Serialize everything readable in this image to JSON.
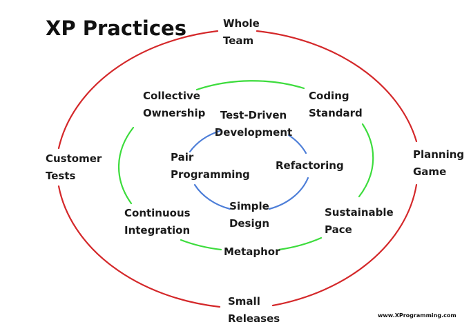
{
  "title": "XP Practices",
  "website": "www.XProgramming.com",
  "colors": {
    "outer_ring": "#d4282a",
    "middle_ring": "#3ddc3d",
    "inner_ring": "#4d7ed8",
    "text": "#1a1a1a"
  },
  "outer_practices": {
    "whole_team": [
      "Whole",
      "Team"
    ],
    "planning_game": [
      "Planning",
      "Game"
    ],
    "small_releases": [
      "Small",
      "Releases"
    ],
    "customer_tests": [
      "Customer",
      "Tests"
    ]
  },
  "middle_practices": {
    "collective_ownership": [
      "Collective",
      "Ownership"
    ],
    "coding_standard": [
      "Coding",
      "Standard"
    ],
    "sustainable_pace": [
      "Sustainable",
      "Pace"
    ],
    "metaphor": [
      "Metaphor"
    ],
    "continuous_integration": [
      "Continuous",
      "Integration"
    ]
  },
  "inner_practices": {
    "test_driven_development": [
      "Test-Driven",
      "Development"
    ],
    "refactoring": [
      "Refactoring"
    ],
    "simple_design": [
      "Simple",
      "Design"
    ],
    "pair_programming": [
      "Pair",
      "Programming"
    ]
  }
}
